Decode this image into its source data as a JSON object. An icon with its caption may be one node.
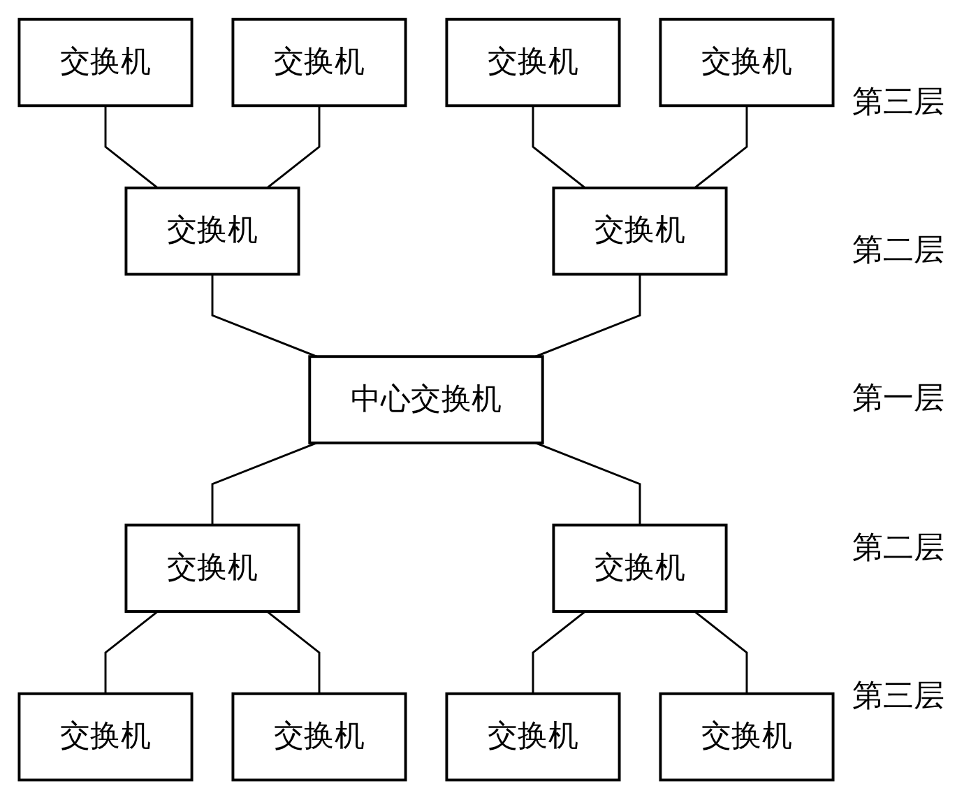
{
  "diagram": {
    "nodes": [
      {
        "text": [
          "交换机"
        ]
      },
      {
        "text": [
          "交换机"
        ]
      },
      {
        "text": [
          "交换机"
        ]
      },
      {
        "text": [
          "交换机"
        ]
      },
      {
        "text": [
          "交换机"
        ]
      },
      {
        "text": [
          "交换机"
        ]
      },
      {
        "text": [
          "中心交换机"
        ]
      },
      {
        "text": [
          "交换机"
        ]
      },
      {
        "text": [
          "交换机"
        ]
      },
      {
        "text": [
          "交换机"
        ]
      },
      {
        "text": [
          "交换机"
        ]
      },
      {
        "text": [
          "交换机"
        ]
      },
      {
        "text": [
          "交换机"
        ]
      }
    ],
    "edges": [
      {
        "from": 0,
        "to": 4,
        "arrow": "none"
      },
      {
        "from": 1,
        "to": 4,
        "arrow": "none"
      },
      {
        "from": 2,
        "to": 5,
        "arrow": "none"
      },
      {
        "from": 3,
        "to": 5,
        "arrow": "none"
      },
      {
        "from": 4,
        "to": 6,
        "arrow": "none"
      },
      {
        "from": 5,
        "to": 6,
        "arrow": "none"
      },
      {
        "from": 6,
        "to": 7,
        "arrow": "none"
      },
      {
        "from": 6,
        "to": 8,
        "arrow": "none"
      },
      {
        "from": 7,
        "to": 9,
        "arrow": "none"
      },
      {
        "from": 7,
        "to": 10,
        "arrow": "none"
      },
      {
        "from": 8,
        "to": 11,
        "arrow": "none"
      },
      {
        "from": 8,
        "to": 12,
        "arrow": "none"
      }
    ],
    "labels": [
      "第三层",
      "第二层",
      "第一层",
      "第二层",
      "第三层"
    ]
  }
}
